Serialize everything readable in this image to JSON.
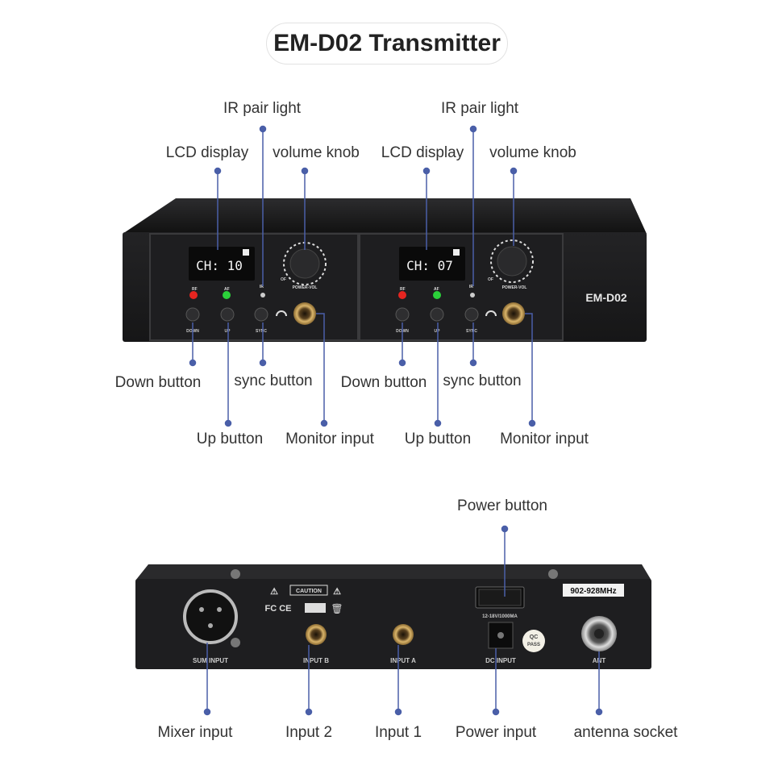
{
  "title": "EM-D02 Transmitter",
  "front_panel": {
    "brand": "EM-D02",
    "channels": [
      {
        "lcd": "CH: 10",
        "rf": "RF",
        "af": "AF",
        "ir": "IR",
        "knob": "POWER-VOL",
        "off": "OF",
        "down": "DOWN",
        "up": "UP",
        "sync": "SYNC"
      },
      {
        "lcd": "CH: 07",
        "rf": "RF",
        "af": "AF",
        "ir": "IR",
        "knob": "POWER-VOL",
        "off": "OF",
        "down": "DOWN",
        "up": "UP",
        "sync": "SYNC"
      }
    ]
  },
  "front_callouts": [
    {
      "text": "IR pair light"
    },
    {
      "text": "LCD display"
    },
    {
      "text": "volume knob"
    },
    {
      "text": "Down button"
    },
    {
      "text": "sync button"
    },
    {
      "text": "Up button"
    },
    {
      "text": "Monitor input"
    },
    {
      "text": "IR pair light"
    },
    {
      "text": "LCD display"
    },
    {
      "text": "volume knob"
    },
    {
      "text": "Down button"
    },
    {
      "text": "sync button"
    },
    {
      "text": "Up button"
    },
    {
      "text": "Monitor input"
    }
  ],
  "rear_panel": {
    "sum_input": "SUM INPUT",
    "input_b": "INPUT B",
    "input_a": "INPUT A",
    "dc_input": "DC INPUT",
    "ant": "ANT",
    "freq": "902-928MHz",
    "caution": "CAUTION",
    "power_rating": "12-18V/1000MA",
    "qc": "QC",
    "pass": "PASS"
  },
  "rear_callouts": [
    {
      "text": "Power button"
    },
    {
      "text": "Mixer input"
    },
    {
      "text": "Input 2"
    },
    {
      "text": "Input 1"
    },
    {
      "text": "Power input"
    },
    {
      "text": "antenna socket"
    }
  ],
  "colors": {
    "accent": "#4a5fa8",
    "device": "#1c1c1e",
    "led_red": "#e52520",
    "led_green": "#2bd13a"
  }
}
